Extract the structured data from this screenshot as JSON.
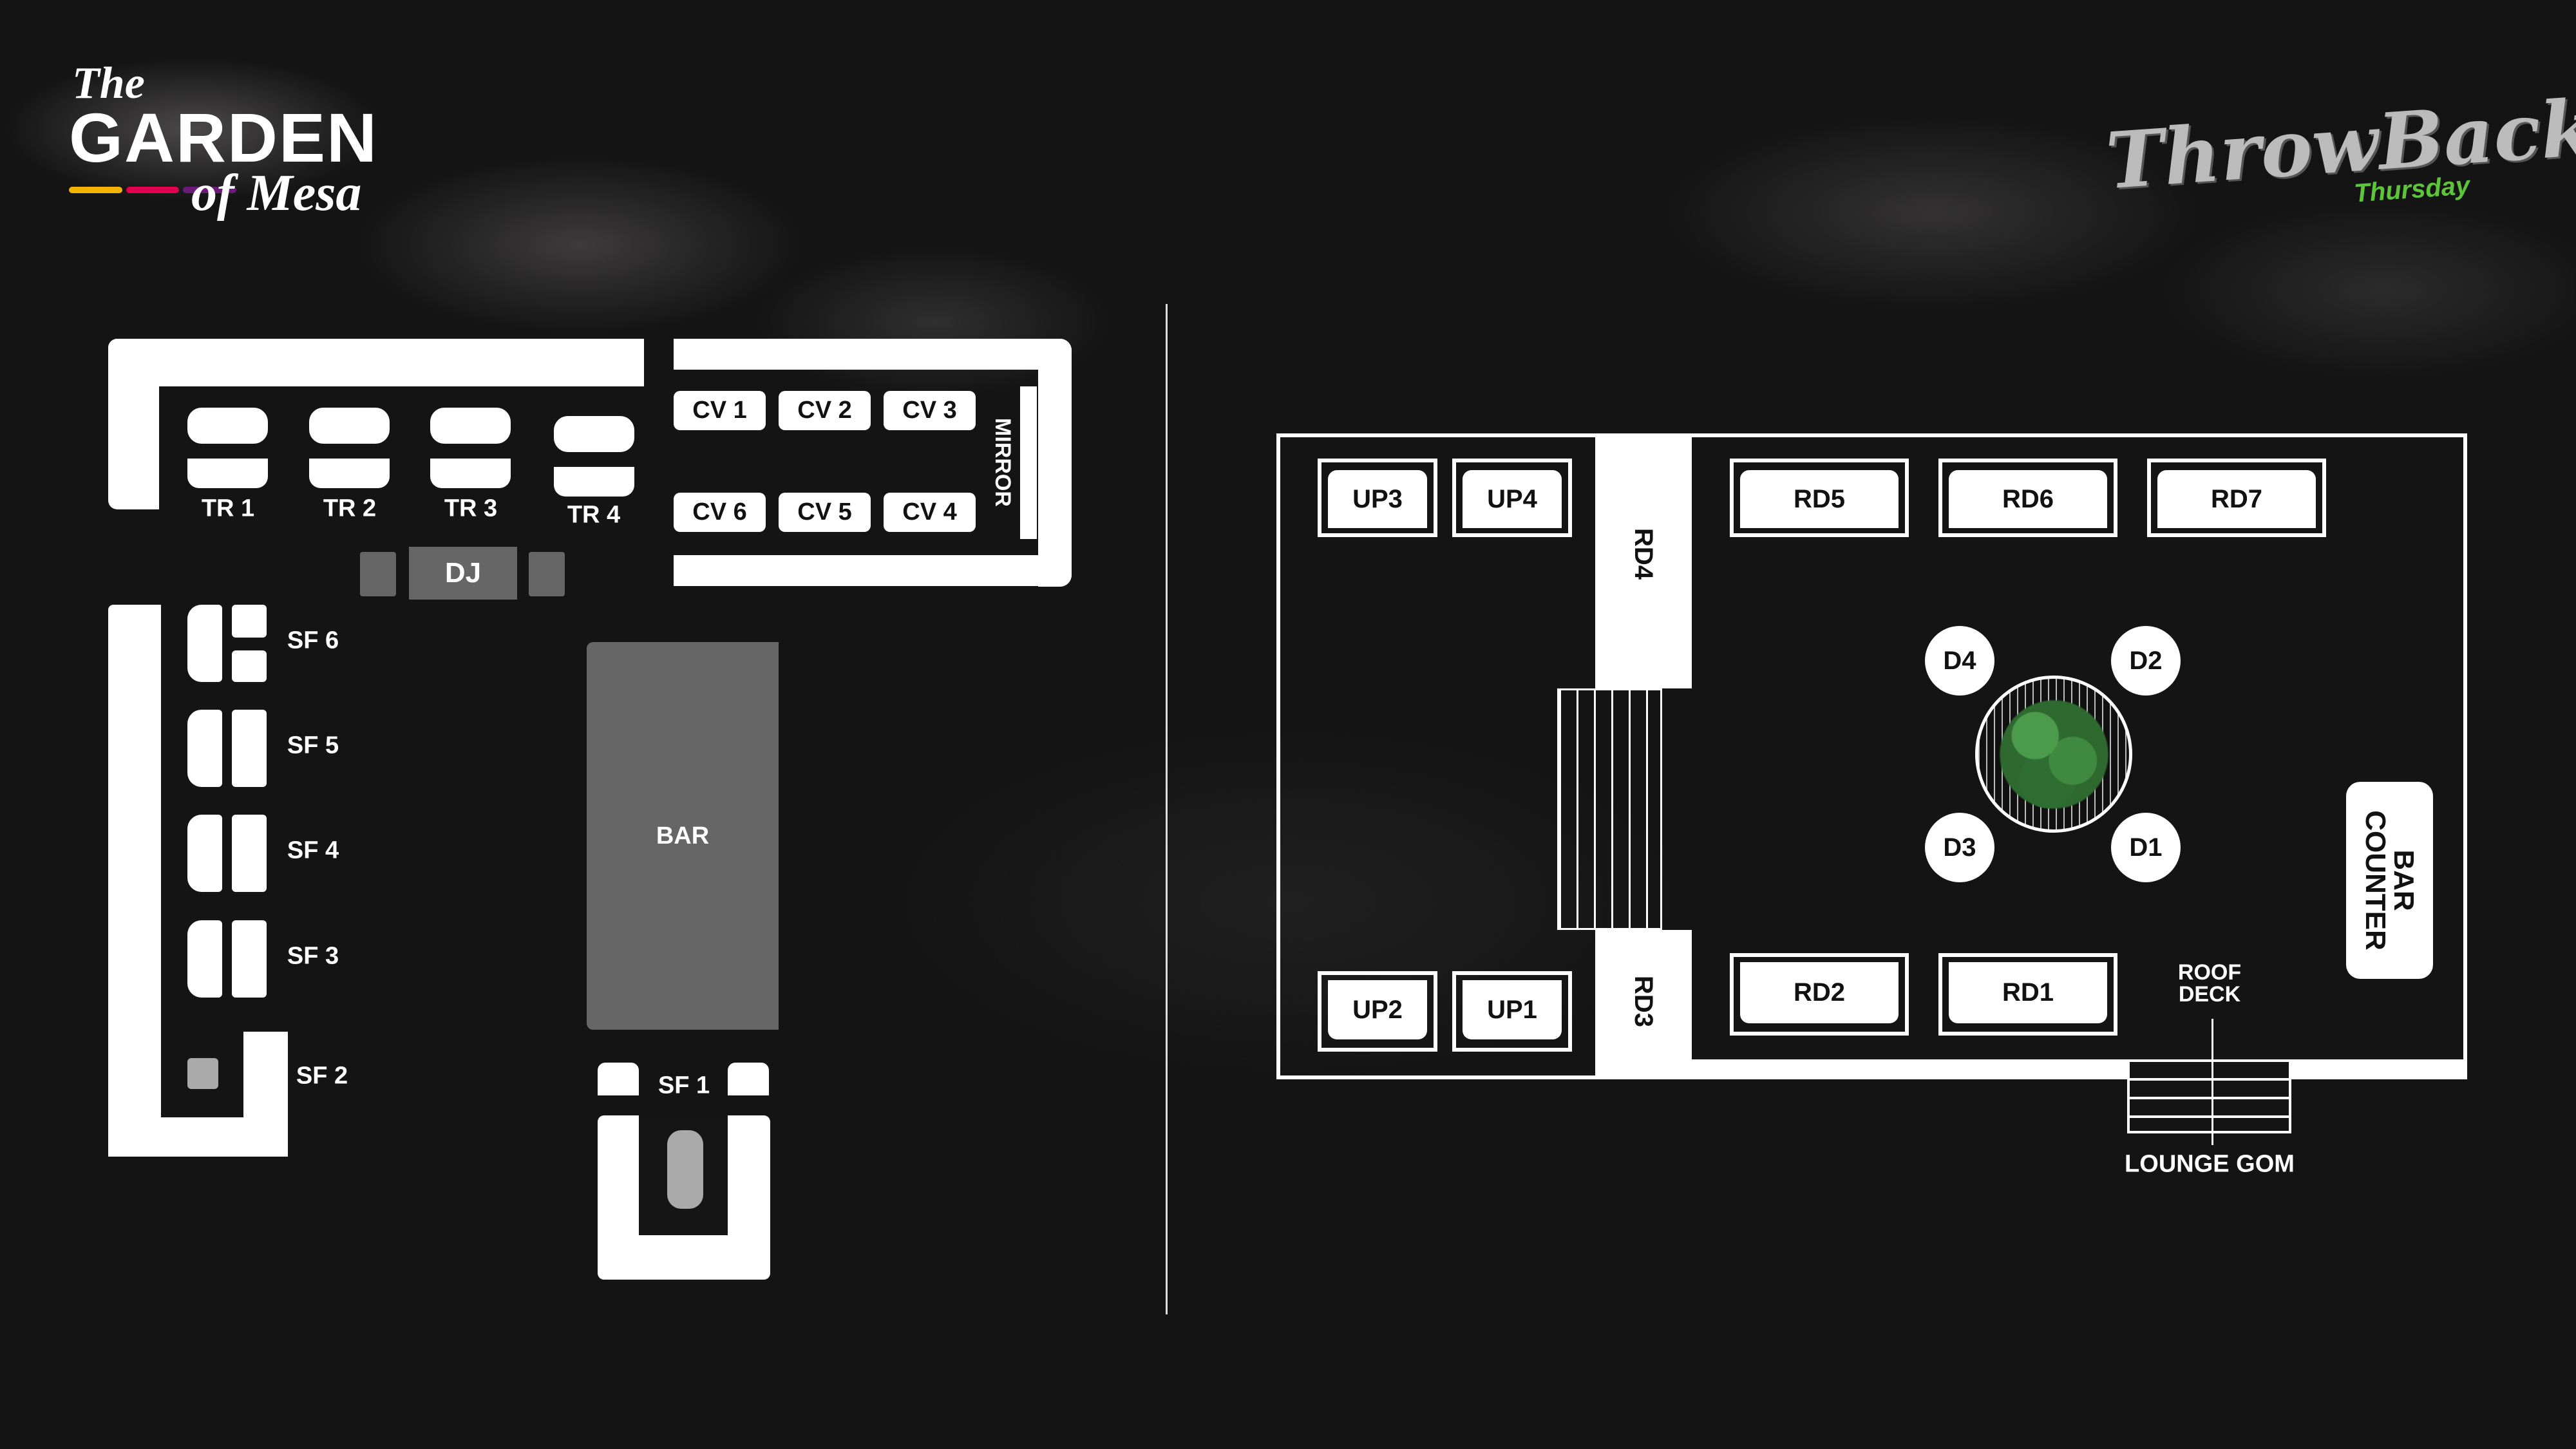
{
  "logo_left": {
    "line1": "The",
    "line2": "GARDEN",
    "line3": "of Mesa",
    "colors": [
      "#f2b400",
      "#e0004f",
      "#6a1b7a"
    ]
  },
  "logo_right": {
    "main": "ThrowBack",
    "sub": "Thursday",
    "accent": "#5ec43a"
  },
  "left_floor": {
    "tr": [
      "TR 1",
      "TR 2",
      "TR 3",
      "TR 4"
    ],
    "cv_top": [
      "CV 1",
      "CV 2",
      "CV 3"
    ],
    "cv_bottom": [
      "CV 6",
      "CV 5",
      "CV 4"
    ],
    "mirror": "MIRROR",
    "dj": "DJ",
    "bar": "BAR",
    "sf": [
      "SF 6",
      "SF 5",
      "SF 4",
      "SF 3",
      "SF 2",
      "SF 1"
    ]
  },
  "right_floor": {
    "up": {
      "up3": "UP3",
      "up4": "UP4",
      "up2": "UP2",
      "up1": "UP1"
    },
    "rd": {
      "rd5": "RD5",
      "rd6": "RD6",
      "rd7": "RD7",
      "rd2": "RD2",
      "rd1": "RD1",
      "rd4": "RD4",
      "rd3": "RD3"
    },
    "d": {
      "d4": "D4",
      "d2": "D2",
      "d3": "D3",
      "d1": "D1"
    },
    "bar_counter": "BAR COUNTER",
    "roof_deck": "ROOF DECK",
    "lounge": "LOUNGE GOM"
  }
}
